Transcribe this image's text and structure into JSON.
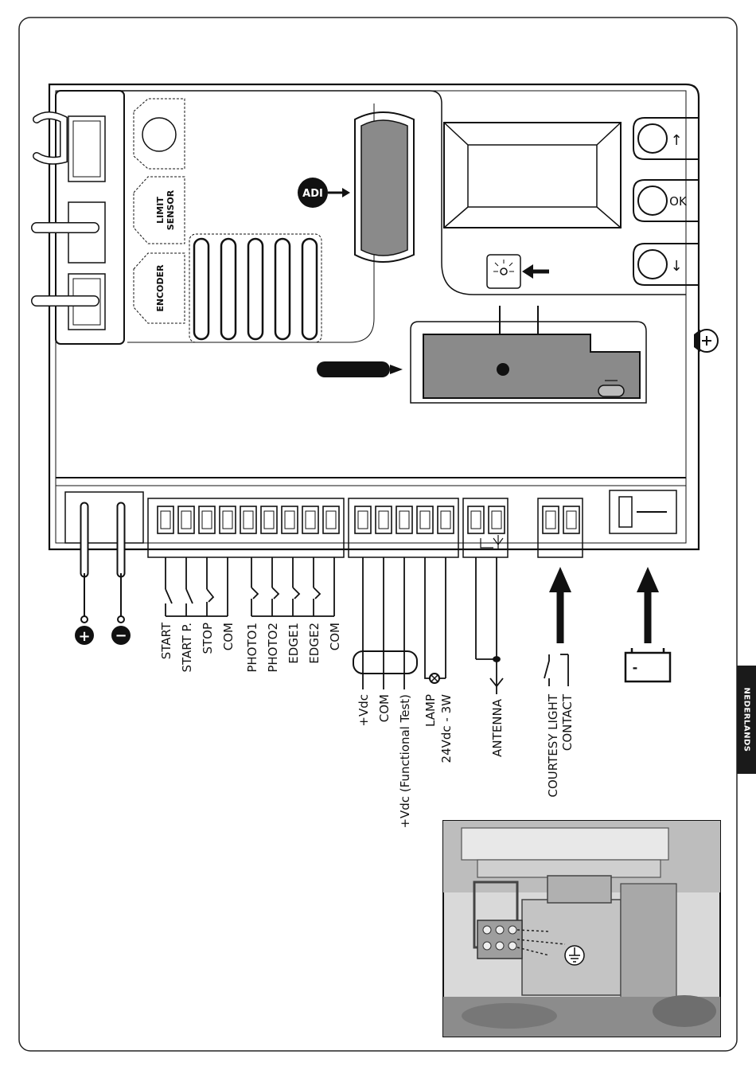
{
  "board": {
    "sensor_labels": [
      "LIMIT",
      "SENSOR",
      "ENCODER"
    ],
    "button_labels": [
      "↑",
      "OK",
      "↓"
    ],
    "adi_badge": "ADI"
  },
  "inputs_group_1": [
    "START",
    "START P.",
    "STOP",
    "COM"
  ],
  "inputs_group_2": [
    "PHOTO1",
    "PHOTO2",
    "EDGE1",
    "EDGE2",
    "COM"
  ],
  "power_outputs": [
    "+Vdc",
    "COM",
    "+Vdc (Functional Test)"
  ],
  "lamp": [
    "LAMP",
    "24Vdc - 3W"
  ],
  "antenna": "ANTENNA",
  "courtesy": [
    "COURTESY LIGHT",
    "CONTACT"
  ],
  "polarity": [
    "+",
    "−"
  ],
  "battery_minus": "-",
  "language_tab": "NEDERLANDS",
  "icons": [
    "switch-icon",
    "lamp-icon",
    "antenna-icon",
    "battery-icon",
    "ground-icon",
    "arrow-icon"
  ],
  "colors": {
    "ink": "#111111",
    "display_grey": "#8a8a8a",
    "tab": "#1a1a1a"
  }
}
